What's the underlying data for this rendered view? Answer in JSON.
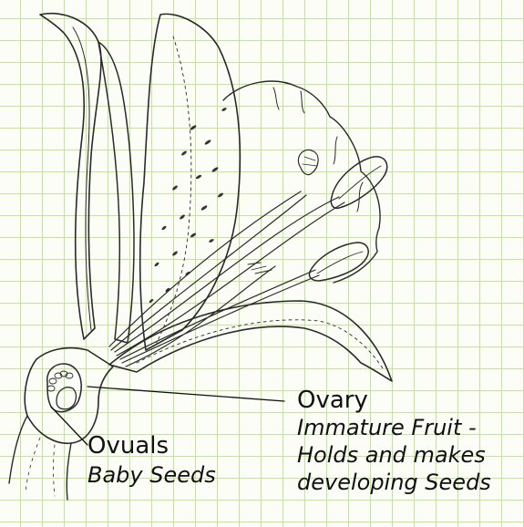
{
  "labels": {
    "ovary": {
      "title": "Ovary",
      "lines": [
        "Immature Fruit -",
        "Holds and makes",
        "developing Seeds"
      ]
    },
    "ovuals": {
      "title": "Ovuals",
      "lines": [
        "Baby Seeds"
      ]
    }
  },
  "colors": {
    "grid": "#c9dcb0",
    "ink": "#2a2a2a",
    "text": "#111111"
  }
}
